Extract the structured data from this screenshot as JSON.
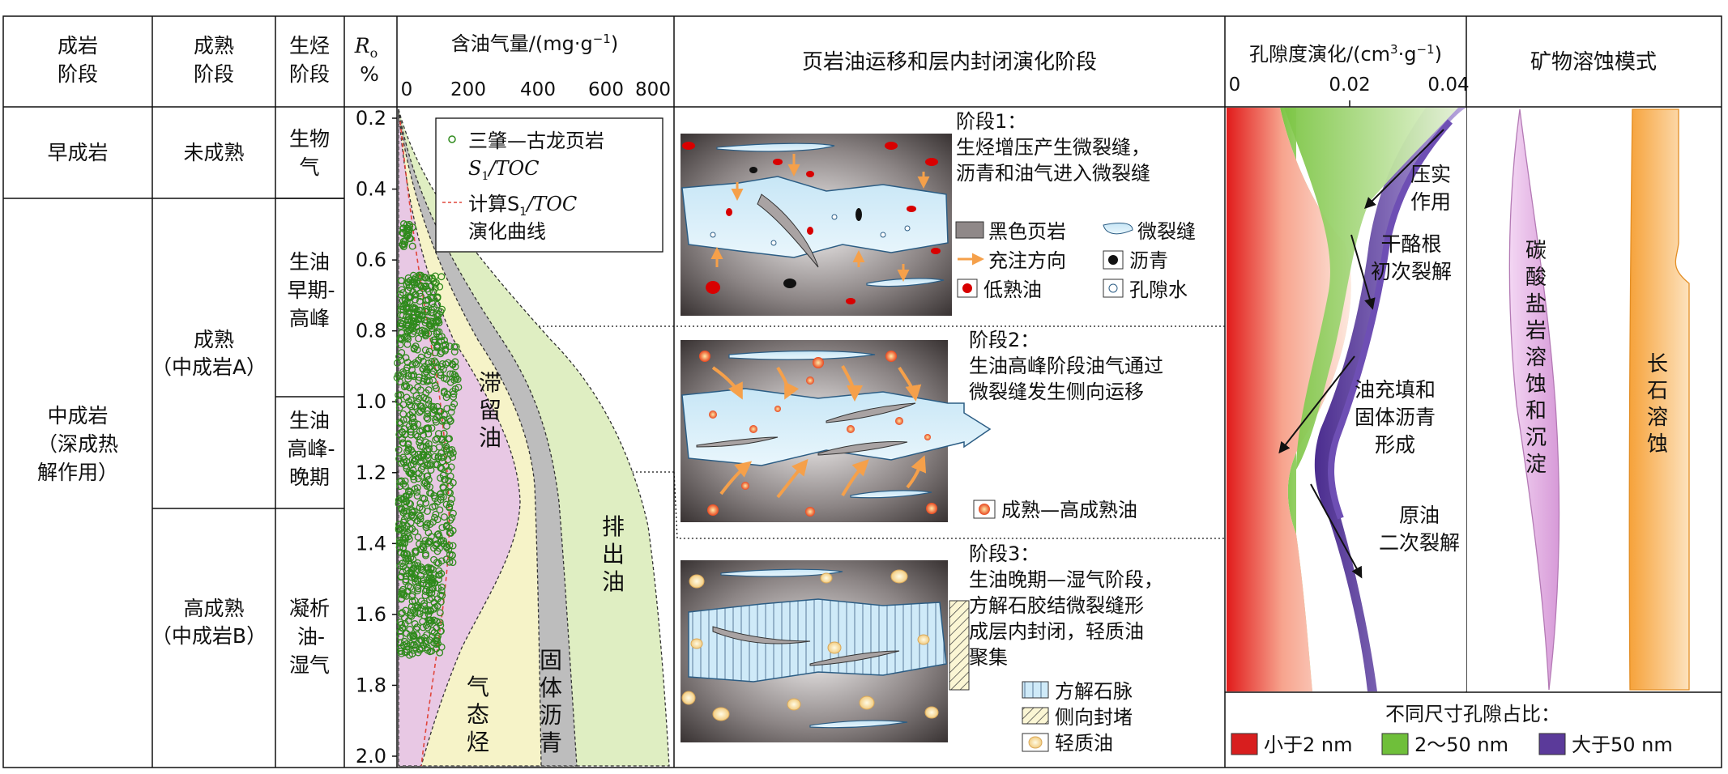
{
  "headers": {
    "diagenesis": [
      "成岩",
      "阶段"
    ],
    "maturity": [
      "成熟",
      "阶段"
    ],
    "hc_generation": [
      "生烃",
      "阶段"
    ],
    "ro": "R",
    "ro_sub": "o",
    "ro_unit": "%",
    "oil_content": "含油气量/(mg·g",
    "oil_content_sup": "−1",
    "oil_content_close": ")",
    "migration": "页岩油运移和层内封闭演化阶段",
    "porosity": "孔隙度演化/(cm",
    "porosity_sup1": "3",
    "porosity_mid": "·g",
    "porosity_sup2": "−1",
    "porosity_close": ")",
    "mineral": "矿物溶蚀模式"
  },
  "oil_axis_ticks": [
    "0",
    "200",
    "400",
    "600",
    "800"
  ],
  "porosity_axis_ticks": [
    "0",
    "0.02",
    "0.04"
  ],
  "ro_ticks": [
    "0.2",
    "0.4",
    "0.6",
    "0.8",
    "1.0",
    "1.2",
    "1.4",
    "1.6",
    "1.8",
    "2.0"
  ],
  "diagenesis_stages": [
    "早成岩",
    "中成岩",
    "（深成热",
    "解作用）"
  ],
  "maturity_stages": {
    "immature": "未成熟",
    "mature": [
      "成熟",
      "（中成岩A）"
    ],
    "high_mature": [
      "高成熟",
      "（中成岩B）"
    ]
  },
  "hc_stages": {
    "biogas": [
      "生物",
      "气"
    ],
    "early_peak": [
      "生油",
      "早期-",
      "高峰"
    ],
    "peak_late": [
      "生油",
      "高峰-",
      "晚期"
    ],
    "condensate": [
      "凝析",
      "油-",
      "湿气"
    ]
  },
  "legend": {
    "series1_a": "三肇—古龙页岩",
    "series1_b": "S",
    "series1_sub": "1",
    "series1_c": "/TOC",
    "series2_a": "计算S",
    "series2_sub": "1",
    "series2_c": "/TOC",
    "series2_d": "演化曲线"
  },
  "zones": {
    "retained": [
      "滞",
      "留",
      "油"
    ],
    "gaseous": [
      "气",
      "态",
      "烃"
    ],
    "solid": [
      "固",
      "体",
      "沥",
      "青"
    ],
    "expelled": [
      "排",
      "出",
      "油"
    ]
  },
  "stage1": {
    "title": "阶段1：",
    "lines": [
      "生烃增压产生微裂缝，",
      "沥青和油气进入微裂缝"
    ],
    "legend": [
      "黑色页岩",
      "微裂缝",
      "充注方向",
      "沥青",
      "低熟油",
      "孔隙水"
    ]
  },
  "stage2": {
    "title": "阶段2：",
    "lines": [
      "生油高峰阶段油气通过",
      "微裂缝发生侧向运移"
    ],
    "legend": [
      "成熟—高成熟油"
    ]
  },
  "stage3": {
    "title": "阶段3：",
    "lines": [
      "生油晚期—湿气阶段，",
      "方解石胶结微裂缝形",
      "成层内封闭，轻质油",
      "聚集"
    ],
    "legend": [
      "方解石脉",
      "侧向封堵",
      "轻质油"
    ]
  },
  "porosity_labels": {
    "compaction": [
      "压实",
      "作用"
    ],
    "kerogen": [
      "干酪根",
      "初次裂解"
    ],
    "oil_fill": [
      "油充填和",
      "固体沥青",
      "形成"
    ],
    "crude": [
      "原油",
      "二次裂解"
    ]
  },
  "pore_legend": {
    "title": "不同尺寸孔隙占比：",
    "items": [
      "小于2 nm",
      "2～50 nm",
      "大于50 nm"
    ],
    "colors": [
      "#d81e1e",
      "#6fbf3a",
      "#5b3a9a"
    ]
  },
  "mineral_labels": {
    "carbonate": [
      "碳",
      "酸",
      "盐",
      "岩",
      "溶",
      "蚀",
      "和",
      "沉",
      "淀"
    ],
    "feldspar": [
      "长",
      "石",
      "溶",
      "蚀"
    ]
  },
  "colors": {
    "retained": "#e8c8e4",
    "gaseous": "#f6f3c8",
    "solid": "#bdbdbd",
    "expelled": "#dfeec2",
    "scatter": "#2f8a1c",
    "calc_curve": "#e0463c"
  }
}
